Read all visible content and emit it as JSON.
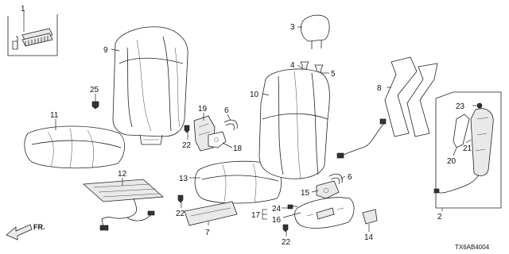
{
  "diagram": {
    "callouts": {
      "n1": "1",
      "n2": "2",
      "n3": "3",
      "n4": "4",
      "n5": "5",
      "n6a": "6",
      "n6b": "6",
      "n7": "7",
      "n8": "8",
      "n9": "9",
      "n10": "10",
      "n11": "11",
      "n12": "12",
      "n13": "13",
      "n14": "14",
      "n15": "15",
      "n16": "16",
      "n17": "17",
      "n18": "18",
      "n19": "19",
      "n20": "20",
      "n21": "21",
      "n22a": "22",
      "n22b": "22",
      "n22c": "22",
      "n23": "23",
      "n24": "24",
      "n25": "25"
    },
    "front_label": "FR.",
    "diagram_code": "TX6AB4004"
  }
}
